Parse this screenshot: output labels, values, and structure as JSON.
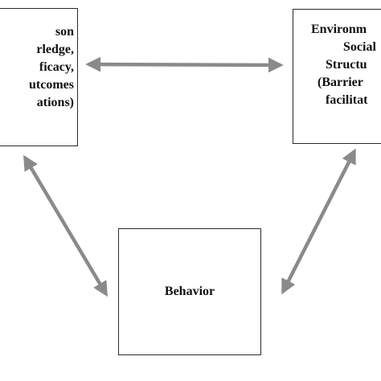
{
  "diagram": {
    "colors": {
      "arrow": "#8a8a8a",
      "box_border": "#2a2a2a",
      "text": "#111111"
    },
    "person_box": {
      "lines": [
        "son",
        "rledge,",
        "ficacy,",
        "utcomes",
        "ations)"
      ]
    },
    "environment_box": {
      "lines": [
        "Environm",
        "Social",
        "Structu",
        "(Barrier",
        "facilitat"
      ]
    },
    "behavior_box": {
      "label": "Behavior"
    },
    "arrows": [
      {
        "from": "person",
        "to": "environment",
        "type": "bidirectional"
      },
      {
        "from": "person",
        "to": "behavior",
        "type": "bidirectional"
      },
      {
        "from": "environment",
        "to": "behavior",
        "type": "bidirectional"
      }
    ]
  }
}
